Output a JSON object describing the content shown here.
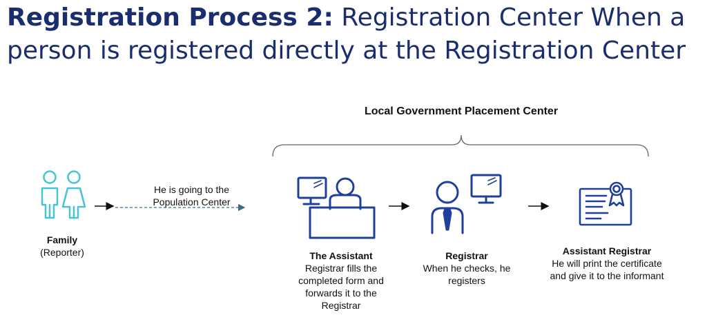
{
  "title": {
    "bold": "Registration Process 2:",
    "rest": " Registration Center When a person is registered directly at the Registration Center"
  },
  "placement_center": {
    "label": "Local Government Placement Center"
  },
  "connector": {
    "label": "He is going to the Population Center"
  },
  "steps": [
    {
      "name": "Family",
      "desc": "(Reporter)",
      "icon": "family-icon"
    },
    {
      "name": "The Assistant",
      "desc": "Registrar fills the completed form and forwards it to the Registrar",
      "icon": "assistant-desk-icon"
    },
    {
      "name": "Registrar",
      "desc": "When he checks, he registers",
      "icon": "registrar-icon"
    },
    {
      "name": "Assistant Registrar",
      "desc": "He will print the certificate and give it to the informant",
      "icon": "certificate-icon"
    }
  ],
  "colors": {
    "title": "#1a2d6e",
    "family_icon": "#46c4d2",
    "office_icons": "#1f3f9a",
    "dashed_connector": "#3a6d8a"
  }
}
